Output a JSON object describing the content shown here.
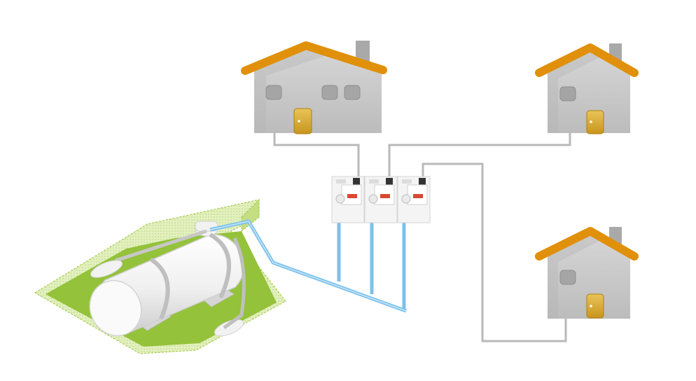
{
  "diagram": {
    "houses": [
      {
        "id": "house-1",
        "windows": 3
      },
      {
        "id": "house-2",
        "windows": 1
      },
      {
        "id": "house-3",
        "windows": 1
      }
    ],
    "meters": {
      "count": 3
    },
    "tank": {
      "type": "underground-tank"
    }
  },
  "colors": {
    "roof": "#e0900a",
    "wall": "#c8c8c8",
    "wall_shadow": "#a8a8a8",
    "chimney": "#a9a9a9",
    "window": "#a5a5a5",
    "door": "#d8a830",
    "gray_pipe": "#b9b9b9",
    "blue_pipe": "#7cc1ea",
    "ground_green": "#94c23a",
    "ground_light": "#dfeeb8",
    "tank_white": "#f2f2f2"
  }
}
